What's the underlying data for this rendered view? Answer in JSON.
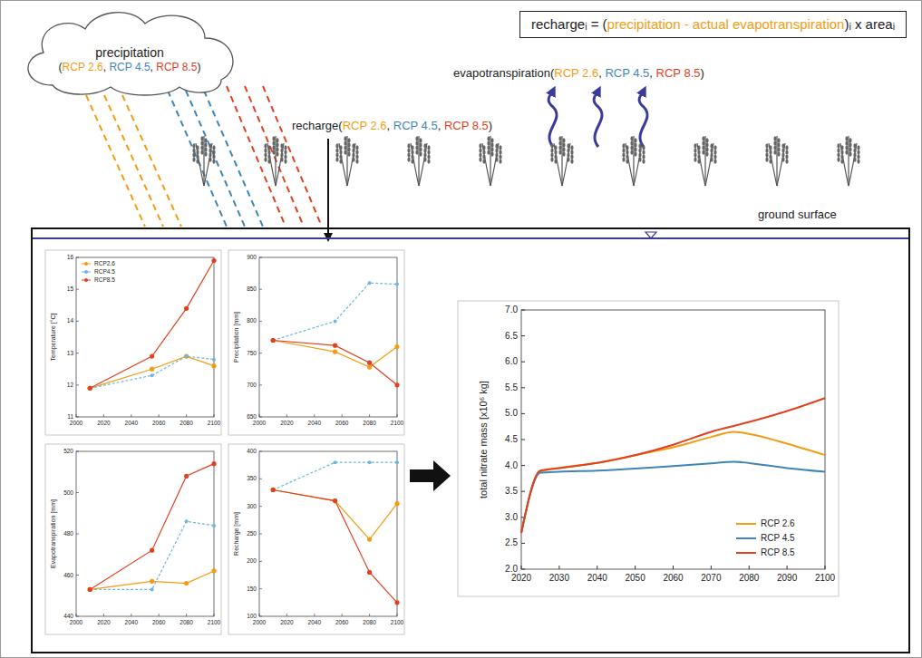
{
  "diagram": {
    "nodes": [
      {
        "text": [
          "rechargeᵢ = (precipitation - actual evapotranspiration)ᵢ x areaᵢ"
        ]
      },
      {
        "text": [
          "precipitation",
          "(RCP 2.6, RCP 4.5, RCP 8.5)"
        ]
      }
    ],
    "labels": [
      "evapotranspiration(RCP 2.6, RCP 4.5, RCP 8.5)",
      "recharge(RCP 2.6, RCP 4.5, RCP 8.5)",
      "ground surface",
      "Temperature [°C]",
      "11",
      "12",
      "13",
      "14",
      "15",
      "16",
      "2000",
      "2020",
      "2040",
      "2060",
      "2080",
      "2100",
      "Precipitation [mm]",
      "650",
      "700",
      "750",
      "800",
      "850",
      "900",
      "2000",
      "2020",
      "2040",
      "2060",
      "2080",
      "2100",
      "Evapotranspiration [mm]",
      "440",
      "460",
      "480",
      "500",
      "520",
      "2000",
      "2020",
      "2040",
      "2060",
      "2080",
      "2100",
      "Recharge [mm]",
      "100",
      "150",
      "200",
      "250",
      "300",
      "350",
      "400",
      "2000",
      "2020",
      "2040",
      "2060",
      "2080",
      "2100",
      "total nitrate mass [x10⁶ kg]",
      "2.0",
      "2.5",
      "3.0",
      "3.5",
      "4.0",
      "4.5",
      "5.0",
      "5.5",
      "6.0",
      "6.5",
      "7.0",
      "2020",
      "2030",
      "2040",
      "2050",
      "2060",
      "2070",
      "2080",
      "2090",
      "2100"
    ],
    "legend": [
      {
        "text": "RCP2.6"
      },
      {
        "text": "RCP4.5"
      },
      {
        "text": "RCP8.5"
      },
      {
        "text": "RCP 2.6"
      },
      {
        "text": "RCP 4.5"
      },
      {
        "text": "RCP 8.5"
      }
    ]
  }
}
